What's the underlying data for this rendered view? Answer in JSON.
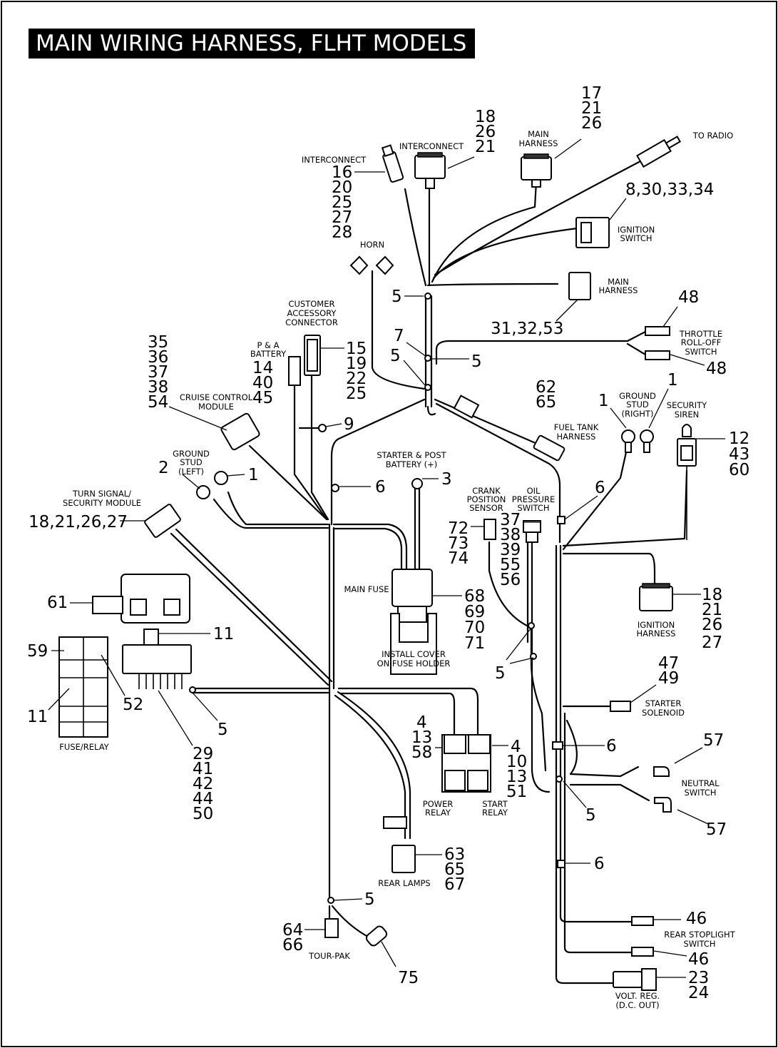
{
  "title": "MAIN WIRING HARNESS, FLHT MODELS",
  "labels": {
    "interconnect_left": "INTERCONNECT",
    "interconnect_center": "INTERCONNECT",
    "main_harness_top": [
      "MAIN",
      "HARNESS"
    ],
    "to_radio": "TO RADIO",
    "ignition_switch": [
      "IGNITION",
      "SWITCH"
    ],
    "main_harness_right": [
      "MAIN",
      "HARNESS"
    ],
    "horn": "HORN",
    "customer_accessory": [
      "CUSTOMER",
      "ACCESSORY",
      "CONNECTOR"
    ],
    "pa_battery": [
      "P & A",
      "BATTERY"
    ],
    "cruise_control": [
      "CRUISE CONTROL",
      "MODULE"
    ],
    "throttle_rolloff": [
      "THROTTLE",
      "ROLL-OFF",
      "SWITCH"
    ],
    "fuel_tank_harness": [
      "FUEL TANK",
      "HARNESS"
    ],
    "ground_stud_right": [
      "GROUND",
      "STUD",
      "(RIGHT)"
    ],
    "security_siren": [
      "SECURITY",
      "SIREN"
    ],
    "ground_stud_left": [
      "GROUND",
      "STUD",
      "(LEFT)"
    ],
    "starter_post": [
      "STARTER & POST",
      "BATTERY (+)"
    ],
    "turn_signal_module": [
      "TURN SIGNAL/",
      "SECURITY MODULE"
    ],
    "crank_sensor": [
      "CRANK",
      "POSITION",
      "SENSOR"
    ],
    "oil_pressure": [
      "OIL",
      "PRESSURE",
      "SWITCH"
    ],
    "main_fuse": "MAIN FUSE",
    "install_cover": [
      "INSTALL COVER",
      "ON FUSE HOLDER"
    ],
    "ignition_harness": [
      "IGNITION",
      "HARNESS"
    ],
    "starter_solenoid": [
      "STARTER",
      "SOLENOID"
    ],
    "fuse_relay": "FUSE/RELAY",
    "power_relay": [
      "POWER",
      "RELAY"
    ],
    "start_relay": [
      "START",
      "RELAY"
    ],
    "neutral_switch": [
      "NEUTRAL",
      "SWITCH"
    ],
    "rear_lamps": "REAR LAMPS",
    "tour_pak": "TOUR-PAK",
    "rear_stoplight": [
      "REAR STOPLIGHT",
      "SWITCH"
    ],
    "volt_reg": [
      "VOLT. REG.",
      "(D.C. OUT)"
    ]
  },
  "callouts": {
    "interconnect_left": [
      "16",
      "20",
      "25",
      "27",
      "28"
    ],
    "interconnect_center": [
      "18",
      "26",
      "21"
    ],
    "main_harness_top": [
      "17",
      "21",
      "26"
    ],
    "ignition_switch": [
      "8,30,33,34"
    ],
    "main_harness_right": [
      "31,32,53"
    ],
    "clip_upper": "5",
    "throttle_top": "48",
    "throttle_bottom": "48",
    "harness_7": "7",
    "harness_5a": "5",
    "harness_5b": "5",
    "accessory": [
      "15",
      "19",
      "22",
      "25"
    ],
    "battery_group": [
      "35",
      "36",
      "37",
      "38",
      "54"
    ],
    "pa_battery": [
      "14",
      "40",
      "45"
    ],
    "clip_9": "9",
    "fuel_tank": [
      "62",
      "65"
    ],
    "ground_right_a": "1",
    "ground_right_b": "1",
    "security_siren": [
      "12",
      "43",
      "60"
    ],
    "ground_left_2": "2",
    "ground_left_1": "1",
    "starter_post": "3",
    "clip_6_left": "6",
    "clip_6_right": "6",
    "turn_signal": "18,21,26,27",
    "crank_sensor": [
      "72",
      "73",
      "74"
    ],
    "oil_pressure": [
      "37",
      "38",
      "39",
      "55",
      "56"
    ],
    "main_fuse": [
      "68",
      "69",
      "70",
      "71"
    ],
    "ignition_harness": [
      "18",
      "21",
      "26",
      "27"
    ],
    "module_61": "61",
    "relay_11_top": "11",
    "fuse_59": "59",
    "fuse_11": "11",
    "fuse_52": "52",
    "clip_5_fuse": "5",
    "fuse_bundle": [
      "29",
      "41",
      "42",
      "44",
      "50"
    ],
    "crank_5": "5",
    "starter_solenoid": [
      "47",
      "49"
    ],
    "power_relay": [
      "4",
      "13",
      "58"
    ],
    "start_relay": [
      "4",
      "10",
      "13",
      "51"
    ],
    "clip_6_mid": "6",
    "neutral_top": "57",
    "neutral_bottom": "57",
    "clip_5_mid": "5",
    "rear_lamps": [
      "63",
      "65",
      "67"
    ],
    "clip_6_low": "6",
    "clip_5_low": "5",
    "tour_pak": [
      "64",
      "66"
    ],
    "tour_pak_75": "75",
    "rear_stop_top": "46",
    "rear_stop_bottom": "46",
    "volt_reg": [
      "23",
      "24"
    ]
  }
}
